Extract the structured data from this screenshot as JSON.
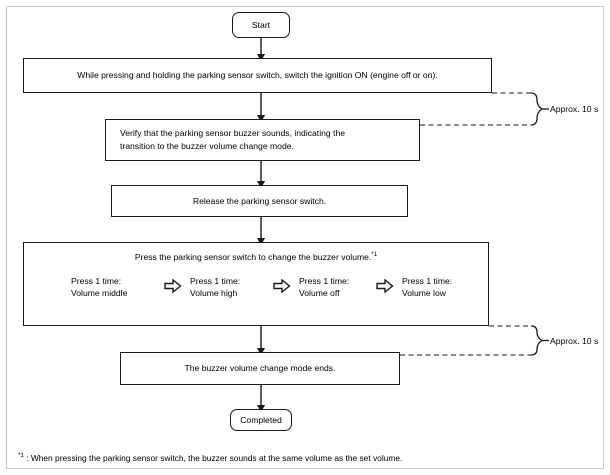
{
  "diagram": {
    "title": "Parking sensor buzzer volume change mode flowchart",
    "nodes": {
      "start": {
        "label": "Start",
        "shape": "terminator"
      },
      "step1": {
        "label": "While pressing and holding the parking sensor switch, switch the ignition ON (engine off or on)."
      },
      "step2_line1": "Verify that the parking sensor buzzer sounds, indicating the",
      "step2_line2": "transition to the buzzer volume change mode.",
      "step3": {
        "label": "Release the parking sensor switch."
      },
      "step4_title": "Press the parking sensor switch to change the buzzer volume.",
      "step4_title_sup": "*1",
      "step5": {
        "label": "The buzzer volume change mode ends."
      },
      "completed": {
        "label": "Completed",
        "shape": "terminator"
      }
    },
    "volume_steps": [
      {
        "press": "Press 1 time:",
        "result": "Volume middle"
      },
      {
        "press": "Press 1 time:",
        "result": "Volume high"
      },
      {
        "press": "Press 1 time:",
        "result": "Volume off"
      },
      {
        "press": "Press 1 time:",
        "result": "Volume low"
      }
    ],
    "annotations": [
      {
        "name": "approx-10s-upper",
        "label": "Approx. 10 s"
      },
      {
        "name": "approx-10s-lower",
        "label": "Approx. 10 s"
      }
    ],
    "footnote": {
      "marker": "*1",
      "text": " :  When pressing the parking sensor switch, the buzzer sounds at the same volume as the set volume."
    },
    "colors": {
      "stroke": "#1a1a1a",
      "background": "#ffffff",
      "frame": "#c9c9c9",
      "text": "#000000"
    }
  }
}
